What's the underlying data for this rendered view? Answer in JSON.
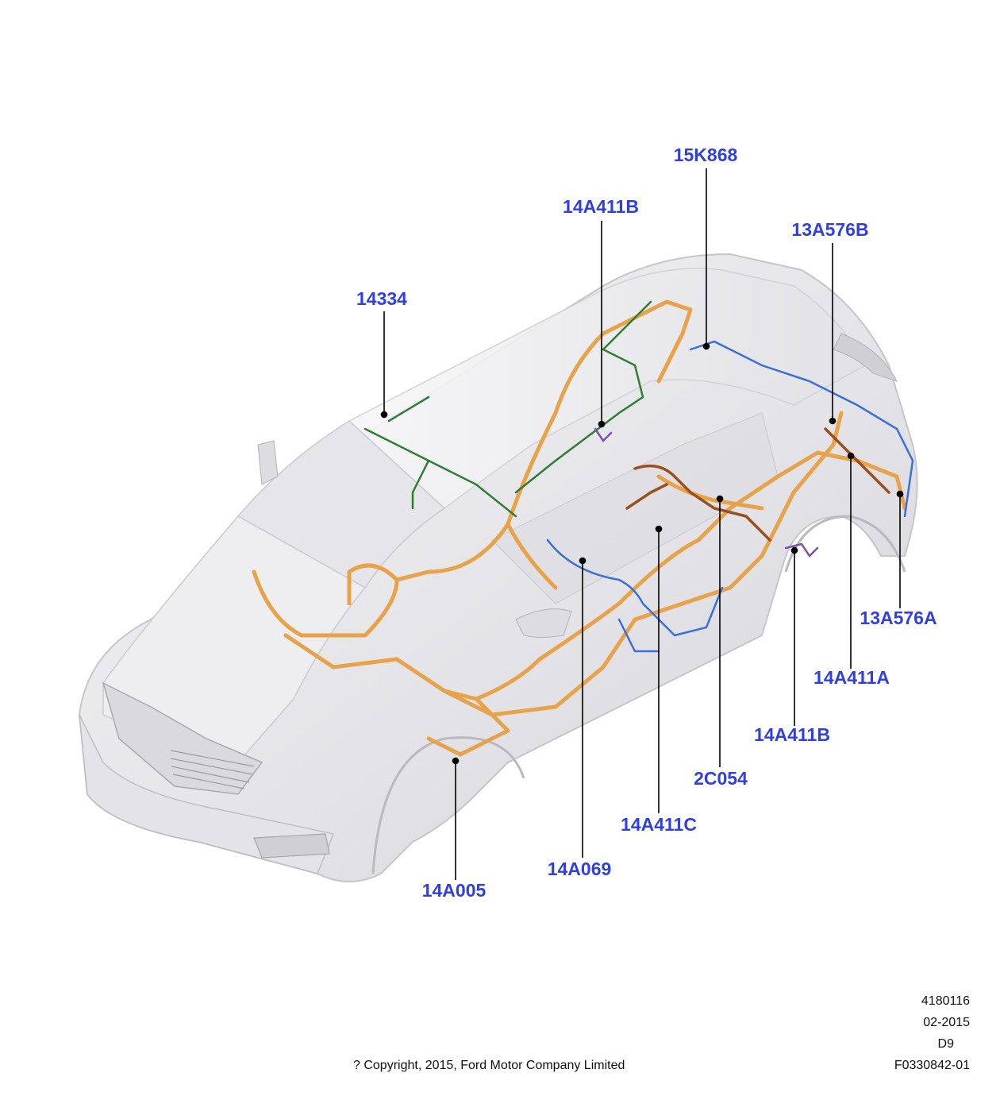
{
  "diagram": {
    "callouts": [
      {
        "id": "14334",
        "label": "14334"
      },
      {
        "id": "14A411B-top",
        "label": "14A411B"
      },
      {
        "id": "15K868",
        "label": "15K868"
      },
      {
        "id": "13A576B",
        "label": "13A576B"
      },
      {
        "id": "13A576A",
        "label": "13A576A"
      },
      {
        "id": "14A411A",
        "label": "14A411A"
      },
      {
        "id": "14A411B-bottom",
        "label": "14A411B"
      },
      {
        "id": "2C054",
        "label": "2C054"
      },
      {
        "id": "14A411C",
        "label": "14A411C"
      },
      {
        "id": "14A069",
        "label": "14A069"
      },
      {
        "id": "14A005",
        "label": "14A005"
      }
    ],
    "colors": {
      "callout_text": "#2f3fe0",
      "harness_main": "#e8a24a",
      "harness_green": "#2f7d32",
      "harness_blue": "#3a6fd8",
      "harness_brown": "#9a4f1c",
      "harness_purple": "#7d4fb0",
      "body_shell": "#e9e9ec"
    }
  },
  "footer": {
    "code1": "4180116",
    "date": "02-2015",
    "code2": "D9",
    "copyright": "? Copyright, 2015, Ford Motor Company Limited",
    "figure_id": "F0330842-01"
  }
}
